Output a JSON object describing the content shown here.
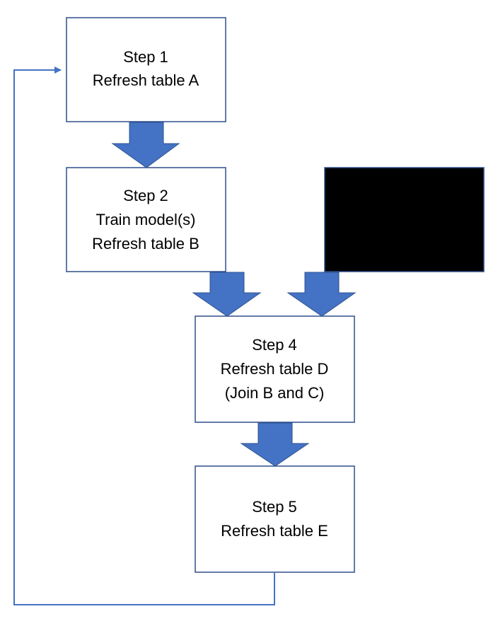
{
  "colors": {
    "box_border": "#2F4E8C",
    "arrow_fill": "#4472C4",
    "arrow_stroke": "#2F528F",
    "loop_line": "#4472C4",
    "redacted": "#000000"
  },
  "steps": [
    {
      "id": "step1",
      "lines": [
        "Step 1",
        "Refresh table A"
      ]
    },
    {
      "id": "step2",
      "lines": [
        "Step 2",
        "Train model(s)",
        "Refresh table B"
      ]
    },
    {
      "id": "step3",
      "lines": []
    },
    {
      "id": "step4",
      "lines": [
        "Step 4",
        "Refresh table D",
        "(Join B and C)"
      ]
    },
    {
      "id": "step5",
      "lines": [
        "Step 5",
        "Refresh table E"
      ]
    }
  ]
}
